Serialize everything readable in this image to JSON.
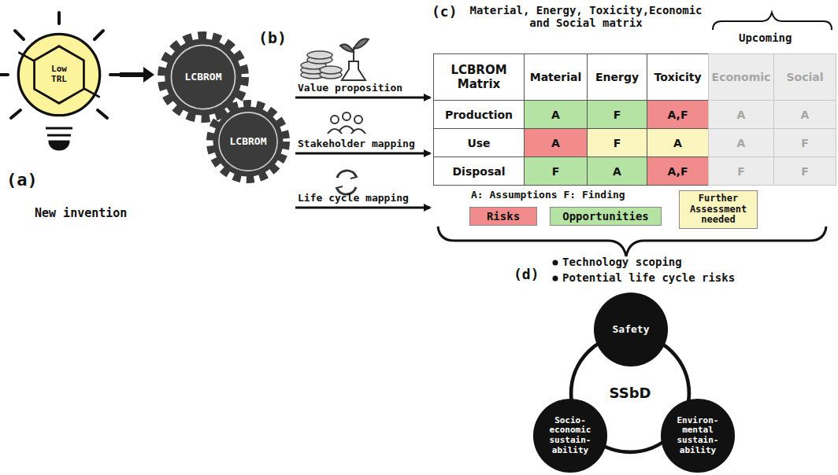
{
  "diagram": {
    "nodes": [
      {
        "text": [
          "Low TRL"
        ]
      },
      {
        "text": [
          "LCBROM"
        ]
      },
      {
        "text": [
          "LCBROM"
        ]
      },
      {
        "text": [
          "SSbD"
        ]
      },
      {
        "text": [
          "Safety"
        ]
      },
      {
        "text": [
          "Socio- economic sustain- ability"
        ]
      },
      {
        "text": [
          "Environ- mental sustain- ability"
        ]
      }
    ],
    "edges": [
      {
        "from": 0,
        "to": 1,
        "arrow": "to"
      }
    ],
    "labels": [
      "(a)",
      "New invention",
      "(b)",
      "Value proposition",
      "Stakeholder mapping",
      "Life cycle mapping",
      "(c)",
      "Material, Energy, Toxicity,Economic and Social matrix",
      "Upcoming",
      "LCBROM Matrix",
      "Material",
      "Energy",
      "Toxicity",
      "Economic",
      "Social",
      "Production",
      "A",
      "F",
      "A,F",
      "A",
      "A",
      "Use",
      "A",
      "F",
      "A",
      "A",
      "F",
      "Disposal",
      "F",
      "A",
      "A,F",
      "F",
      "F",
      "A: Assumptions F: Finding",
      "(d)",
      "Technology scoping",
      "Potential life cycle risks"
    ],
    "legend": [
      {
        "text": "Risks",
        "color": "#f28b8b"
      },
      {
        "text": "Opportunities",
        "color": "#b5e3a3"
      },
      {
        "text": "Further Assessment needed",
        "color": "#fbf5c0"
      }
    ]
  }
}
